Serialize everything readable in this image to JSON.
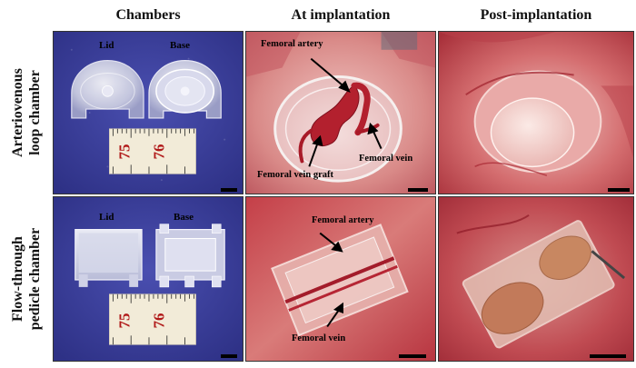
{
  "columns": {
    "chambers": "Chambers",
    "at_implantation": "At implantation",
    "post_implantation": "Post-implantation"
  },
  "rows": {
    "av_loop": {
      "line1": "Arteriovenous",
      "line2": "loop chamber"
    },
    "flow_through": {
      "line1": "Flow-through",
      "line2": "pedicle chamber"
    }
  },
  "panels": {
    "av_chambers": {
      "lid": "Lid",
      "base": "Base",
      "ruler_left": "75",
      "ruler_right": "76"
    },
    "av_implant": {
      "femoral_artery": "Femoral artery",
      "femoral_vein": "Femoral vein",
      "femoral_vein_graft": "Femoral vein graft"
    },
    "ft_chambers": {
      "lid": "Lid",
      "base": "Base",
      "ruler_left": "75",
      "ruler_right": "76"
    },
    "ft_implant": {
      "femoral_artery": "Femoral artery",
      "femoral_vein": "Femoral vein"
    }
  },
  "colors": {
    "blue_background": "#3c3f9a",
    "tissue_red": "#c8424a",
    "tissue_light": "#e8a0a0",
    "ruler_cream": "#f2ebd8",
    "ruler_red": "#b01818"
  }
}
